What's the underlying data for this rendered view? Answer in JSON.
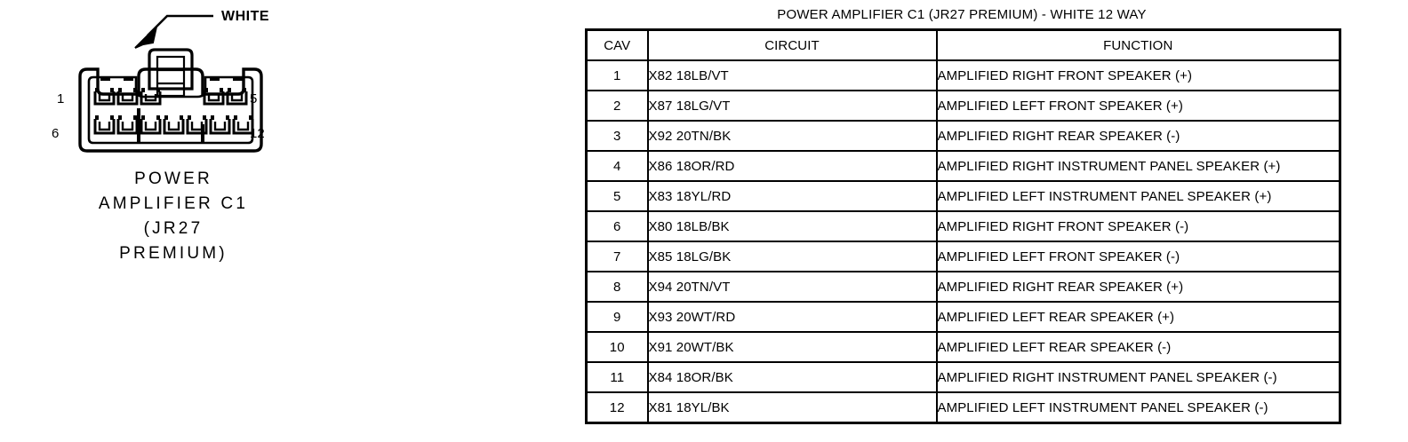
{
  "connector": {
    "callout": "WHITE",
    "pin_labels": {
      "top_left": "1",
      "bottom_left": "6",
      "top_right": "5",
      "bottom_right": "12"
    },
    "caption_lines": [
      "POWER",
      "AMPLIFIER C1",
      "(JR27",
      "PREMIUM)"
    ],
    "cavity_count": 12,
    "top_row_cavities": 5,
    "bottom_row_cavities": 7
  },
  "table": {
    "title": "POWER AMPLIFIER C1 (JR27 PREMIUM) - WHITE 12 WAY",
    "columns": [
      "CAV",
      "CIRCUIT",
      "FUNCTION"
    ],
    "rows": [
      {
        "cav": "1",
        "circuit": "X82 18LB/VT",
        "function": "AMPLIFIED RIGHT FRONT SPEAKER (+)"
      },
      {
        "cav": "2",
        "circuit": "X87 18LG/VT",
        "function": "AMPLIFIED LEFT FRONT SPEAKER (+)"
      },
      {
        "cav": "3",
        "circuit": "X92 20TN/BK",
        "function": "AMPLIFIED RIGHT REAR SPEAKER (-)"
      },
      {
        "cav": "4",
        "circuit": "X86 18OR/RD",
        "function": "AMPLIFIED RIGHT INSTRUMENT PANEL SPEAKER (+)"
      },
      {
        "cav": "5",
        "circuit": "X83 18YL/RD",
        "function": "AMPLIFIED LEFT INSTRUMENT PANEL SPEAKER (+)"
      },
      {
        "cav": "6",
        "circuit": "X80 18LB/BK",
        "function": "AMPLIFIED RIGHT FRONT SPEAKER (-)"
      },
      {
        "cav": "7",
        "circuit": "X85 18LG/BK",
        "function": "AMPLIFIED LEFT FRONT SPEAKER (-)"
      },
      {
        "cav": "8",
        "circuit": "X94 20TN/VT",
        "function": "AMPLIFIED RIGHT REAR SPEAKER (+)"
      },
      {
        "cav": "9",
        "circuit": "X93 20WT/RD",
        "function": "AMPLIFIED LEFT REAR SPEAKER (+)"
      },
      {
        "cav": "10",
        "circuit": "X91 20WT/BK",
        "function": "AMPLIFIED LEFT REAR SPEAKER (-)"
      },
      {
        "cav": "11",
        "circuit": "X84 18OR/BK",
        "function": "AMPLIFIED RIGHT INSTRUMENT PANEL SPEAKER (-)"
      },
      {
        "cav": "12",
        "circuit": "X81 18YL/BK",
        "function": "AMPLIFIED LEFT INSTRUMENT PANEL SPEAKER (-)"
      }
    ]
  },
  "colors": {
    "line": "#000000",
    "background": "#ffffff"
  }
}
